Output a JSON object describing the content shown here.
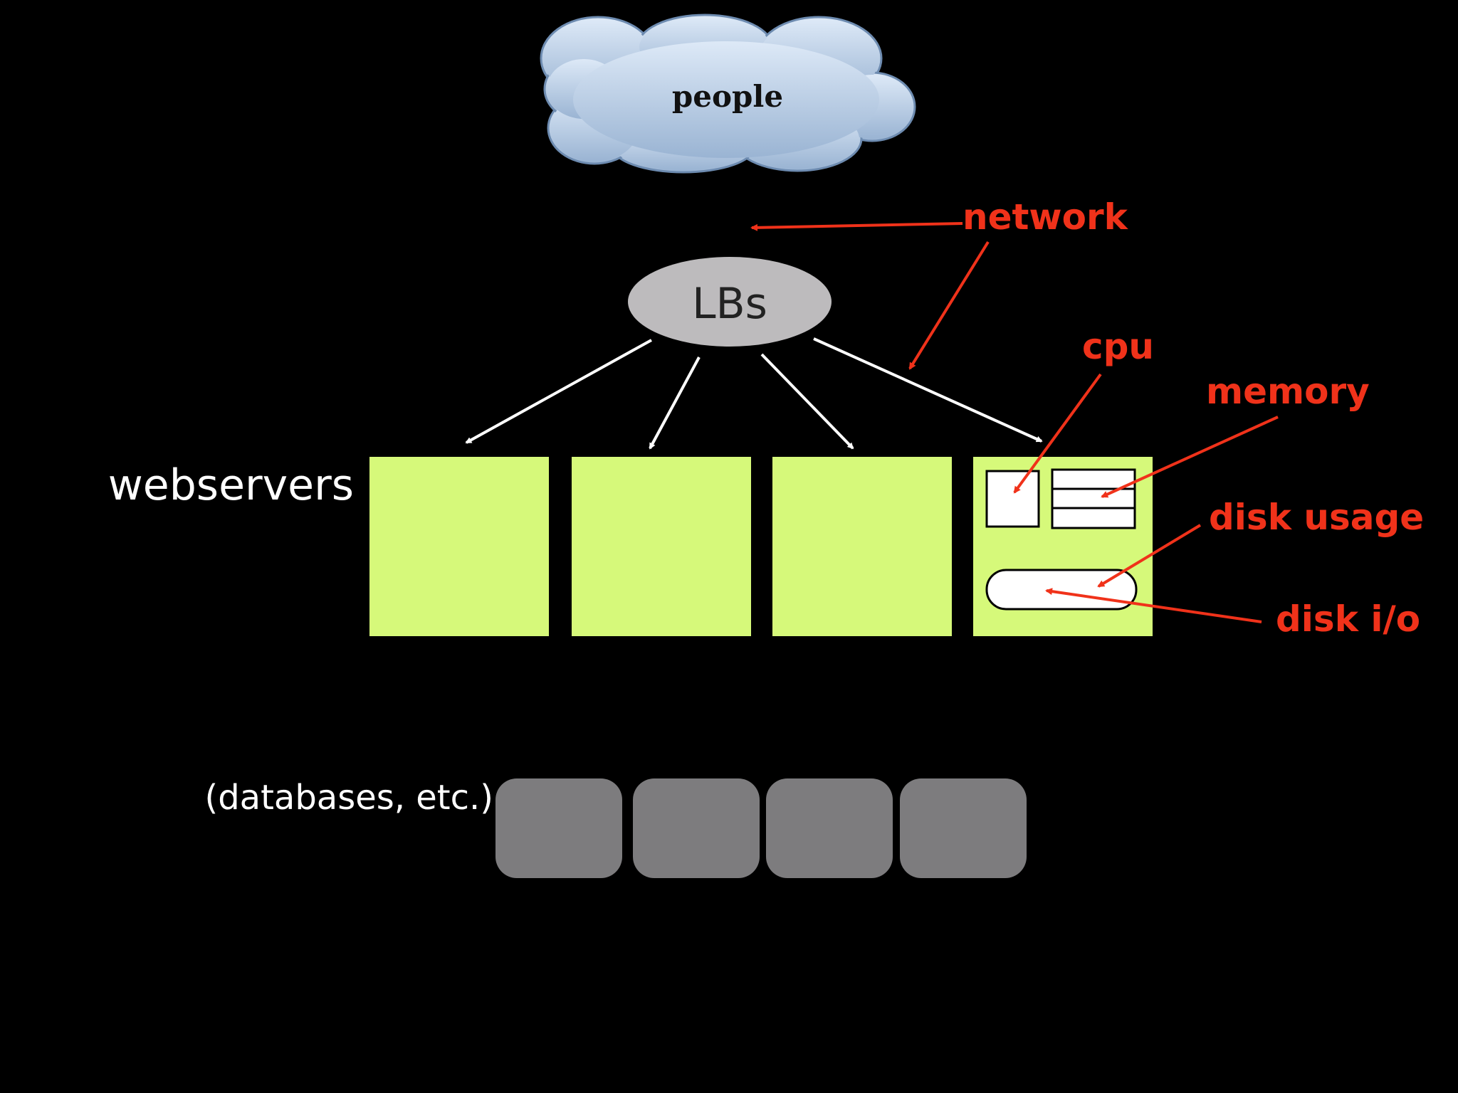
{
  "cloud": {
    "label": "people"
  },
  "load_balancer": {
    "label": "LBs"
  },
  "webservers": {
    "label": "webservers"
  },
  "databases": {
    "label": "(databases, etc.)"
  },
  "metrics": {
    "network": "network",
    "cpu": "cpu",
    "memory": "memory",
    "disk_usage": "disk usage",
    "disk_io": "disk i/o"
  },
  "colors": {
    "background": "#000000",
    "cloud_top": "#dde9f7",
    "cloud_bottom": "#9ab4d3",
    "cloud_stroke": "#6d8bb0",
    "load_balancer": "#bdbbbd",
    "webserver": "#d6f97a",
    "database": "#7d7c7e",
    "annotation": "#f0321a",
    "white": "#ffffff",
    "text_dark": "#111111"
  }
}
